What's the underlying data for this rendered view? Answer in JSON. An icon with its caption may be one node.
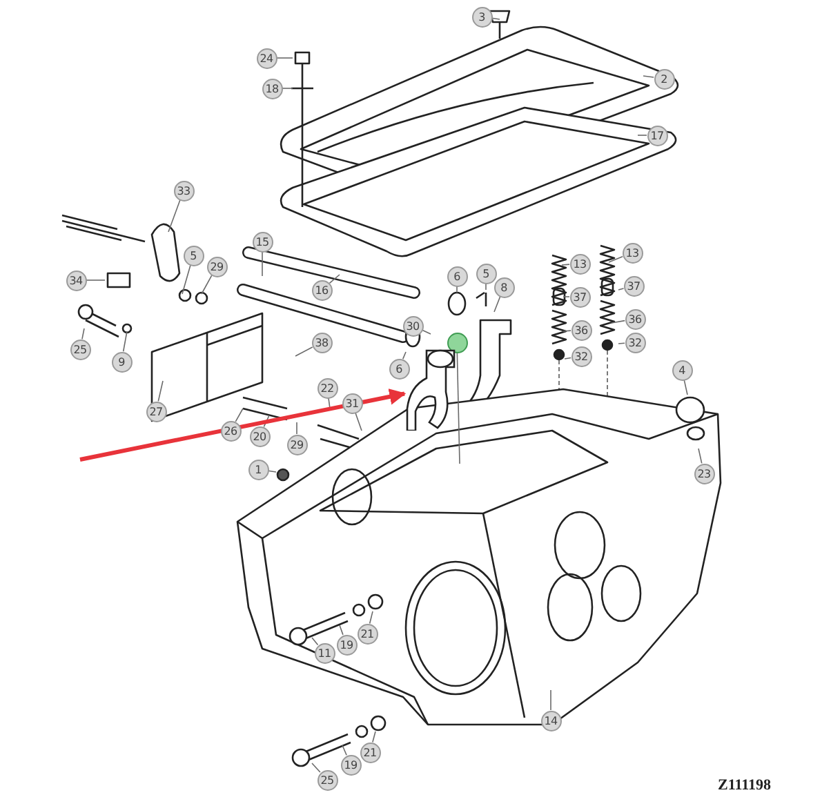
{
  "diagram": {
    "nodes": [
      {
        "text": [
          "3"
        ]
      },
      {
        "text": [
          "24"
        ]
      },
      {
        "text": [
          "2"
        ]
      },
      {
        "text": [
          "18"
        ]
      },
      {
        "text": [
          "17"
        ]
      },
      {
        "text": [
          "33"
        ]
      },
      {
        "text": [
          "15"
        ]
      },
      {
        "text": [
          "13"
        ]
      },
      {
        "text": [
          "13"
        ]
      },
      {
        "text": [
          "6"
        ]
      },
      {
        "text": [
          "5"
        ]
      },
      {
        "text": [
          "5"
        ]
      },
      {
        "text": [
          "29"
        ]
      },
      {
        "text": [
          "34"
        ]
      },
      {
        "text": [
          "8"
        ]
      },
      {
        "text": [
          "37"
        ]
      },
      {
        "text": [
          "16"
        ]
      },
      {
        "text": [
          "37"
        ]
      },
      {
        "text": [
          "36"
        ]
      },
      {
        "text": [
          "30"
        ]
      },
      {
        "text": [
          "36"
        ]
      },
      {
        "text": [
          "38"
        ]
      },
      {
        "text": [
          "32"
        ]
      },
      {
        "text": [],
        "shape": "circle"
      },
      {
        "text": [
          "25"
        ]
      },
      {
        "text": [
          "32"
        ]
      },
      {
        "text": [
          "9"
        ]
      },
      {
        "text": [
          "6"
        ]
      },
      {
        "text": [
          "4"
        ]
      },
      {
        "text": [
          "22"
        ]
      },
      {
        "text": [
          "31"
        ]
      },
      {
        "text": [
          "27"
        ]
      },
      {
        "text": [
          "26"
        ]
      },
      {
        "text": [
          "20"
        ]
      },
      {
        "text": [
          "29"
        ]
      },
      {
        "text": [
          "1"
        ]
      },
      {
        "text": [
          "23"
        ]
      },
      {
        "text": [
          "11"
        ]
      },
      {
        "text": [
          "19"
        ]
      },
      {
        "text": [
          "21"
        ]
      },
      {
        "text": [
          "14"
        ]
      },
      {
        "text": [
          "21"
        ]
      },
      {
        "text": [
          "19"
        ]
      },
      {
        "text": [
          "25"
        ]
      },
      {
        "text": [],
        "shape": "picture"
      }
    ],
    "edges": [
      {
        "from": 0,
        "to": null,
        "arrow": "none"
      },
      {
        "from": 1,
        "to": null,
        "arrow": "none"
      },
      {
        "from": 2,
        "to": null,
        "arrow": "none"
      },
      {
        "from": 3,
        "to": null,
        "arrow": "none"
      },
      {
        "from": 4,
        "to": null,
        "arrow": "none"
      },
      {
        "from": 5,
        "to": null,
        "arrow": "none"
      },
      {
        "from": 6,
        "to": null,
        "arrow": "none"
      },
      {
        "from": 7,
        "to": null,
        "arrow": "none"
      },
      {
        "from": 8,
        "to": null,
        "arrow": "none"
      },
      {
        "from": 9,
        "to": null,
        "arrow": "none"
      },
      {
        "from": 10,
        "to": null,
        "arrow": "none"
      },
      {
        "from": 11,
        "to": null,
        "arrow": "none"
      },
      {
        "from": 12,
        "to": null,
        "arrow": "none"
      },
      {
        "from": 13,
        "to": null,
        "arrow": "none"
      },
      {
        "from": 14,
        "to": null,
        "arrow": "none"
      },
      {
        "from": 15,
        "to": null,
        "arrow": "none"
      },
      {
        "from": 16,
        "to": null,
        "arrow": "none"
      },
      {
        "from": 17,
        "to": null,
        "arrow": "none"
      },
      {
        "from": 18,
        "to": null,
        "arrow": "none"
      },
      {
        "from": 19,
        "to": null,
        "arrow": "none"
      },
      {
        "from": 20,
        "to": null,
        "arrow": "none"
      },
      {
        "from": 21,
        "to": null,
        "arrow": "none"
      },
      {
        "from": 22,
        "to": null,
        "arrow": "none"
      },
      {
        "from": 23,
        "to": null,
        "arrow": "none"
      },
      {
        "from": 24,
        "to": null,
        "arrow": "none"
      },
      {
        "from": 25,
        "to": null,
        "arrow": "none"
      },
      {
        "from": 26,
        "to": null,
        "arrow": "none"
      },
      {
        "from": 27,
        "to": null,
        "arrow": "none"
      },
      {
        "from": 28,
        "to": null,
        "arrow": "none"
      },
      {
        "from": 29,
        "to": null,
        "arrow": "none"
      },
      {
        "from": 30,
        "to": null,
        "arrow": "none"
      },
      {
        "from": 31,
        "to": null,
        "arrow": "none"
      },
      {
        "from": 32,
        "to": null,
        "arrow": "none"
      },
      {
        "from": 33,
        "to": null,
        "arrow": "none"
      },
      {
        "from": 34,
        "to": null,
        "arrow": "none"
      },
      {
        "from": 35,
        "to": null,
        "arrow": "none"
      },
      {
        "from": 36,
        "to": null,
        "arrow": "none"
      },
      {
        "from": 37,
        "to": null,
        "arrow": "none"
      },
      {
        "from": 38,
        "to": null,
        "arrow": "none"
      },
      {
        "from": 39,
        "to": null,
        "arrow": "none"
      },
      {
        "from": 40,
        "to": null,
        "arrow": "none"
      },
      {
        "from": 41,
        "to": null,
        "arrow": "none"
      },
      {
        "from": 42,
        "to": null,
        "arrow": "none"
      },
      {
        "from": 43,
        "to": null,
        "arrow": "none"
      },
      {
        "from": null,
        "to": 44,
        "arrow": "to",
        "style": "thick",
        "color": "#e8333a"
      }
    ],
    "labels": [
      "Z111198"
    ]
  }
}
